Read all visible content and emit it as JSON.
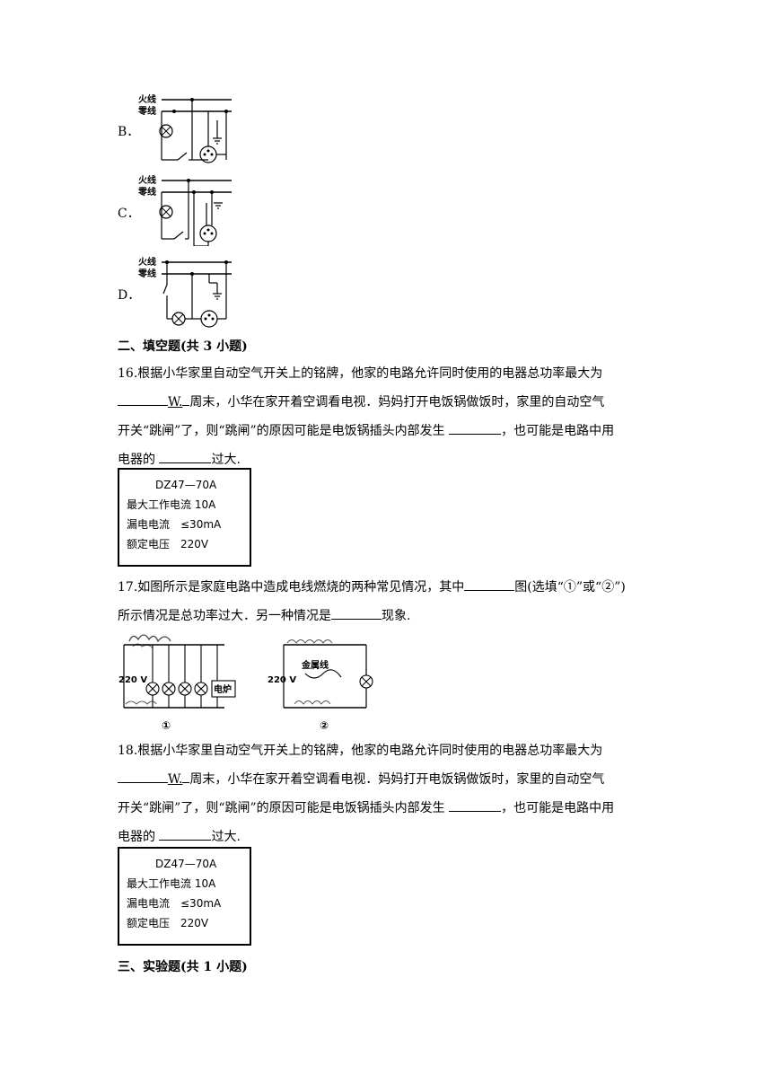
{
  "options": [
    {
      "label": "B．"
    },
    {
      "label": "C．"
    },
    {
      "label": "D．"
    }
  ],
  "circuit_labels": {
    "live": "火线",
    "neutral": "零线"
  },
  "sections": {
    "fill_blank": "二、填空题(共 3 小题)",
    "experiment": "三、实验题(共 1 小题)"
  },
  "q16": {
    "line1": "16.根据小华家里自动空气开关上的铭牌，他家的电路允许同时使用的电器总功率最大为",
    "line2_after": "W.",
    "line2_rest": "周末，小华在家开着空调看电视．妈妈打开电饭锅做饭时，家里的自动空气",
    "line3_a": "开关“跳闸”了，则“跳闸”的原因可能是电饭锅插头内部发生",
    "line3_b": "，也可能是电路中用",
    "line4_a": "电器的",
    "line4_b": "过大."
  },
  "nameplate": {
    "title": "DZ47—70A",
    "row1": "最大工作电流 10A",
    "row2": "漏电电流　≤30mA",
    "row3": "额定电压　220V"
  },
  "q17": {
    "line1_a": "17.如图所示是家庭电路中造成电线燃烧的两种常见情况，其中",
    "line1_b": "图(选填“①”或“②”)",
    "line2_a": "所示情况是总功率过大．另一种情况是",
    "line2_b": "现象."
  },
  "fig17": {
    "voltage_left": "220 V",
    "appliance": "电炉",
    "mark1": "①",
    "voltage_right": "220 V",
    "metal_wire": "金属线",
    "mark2": "②"
  },
  "q18": {
    "line1": "18.根据小华家里自动空气开关上的铭牌，他家的电路允许同时使用的电器总功率最大为",
    "line2_after": "W.",
    "line2_rest": "周末，小华在家开着空调看电视．妈妈打开电饭锅做饭时，家里的自动空气",
    "line3_a": "开关“跳闸”了，则“跳闸”的原因可能是电饭锅插头内部发生",
    "line3_b": "，也可能是电路中用",
    "line4_a": "电器的",
    "line4_b": "过大."
  }
}
